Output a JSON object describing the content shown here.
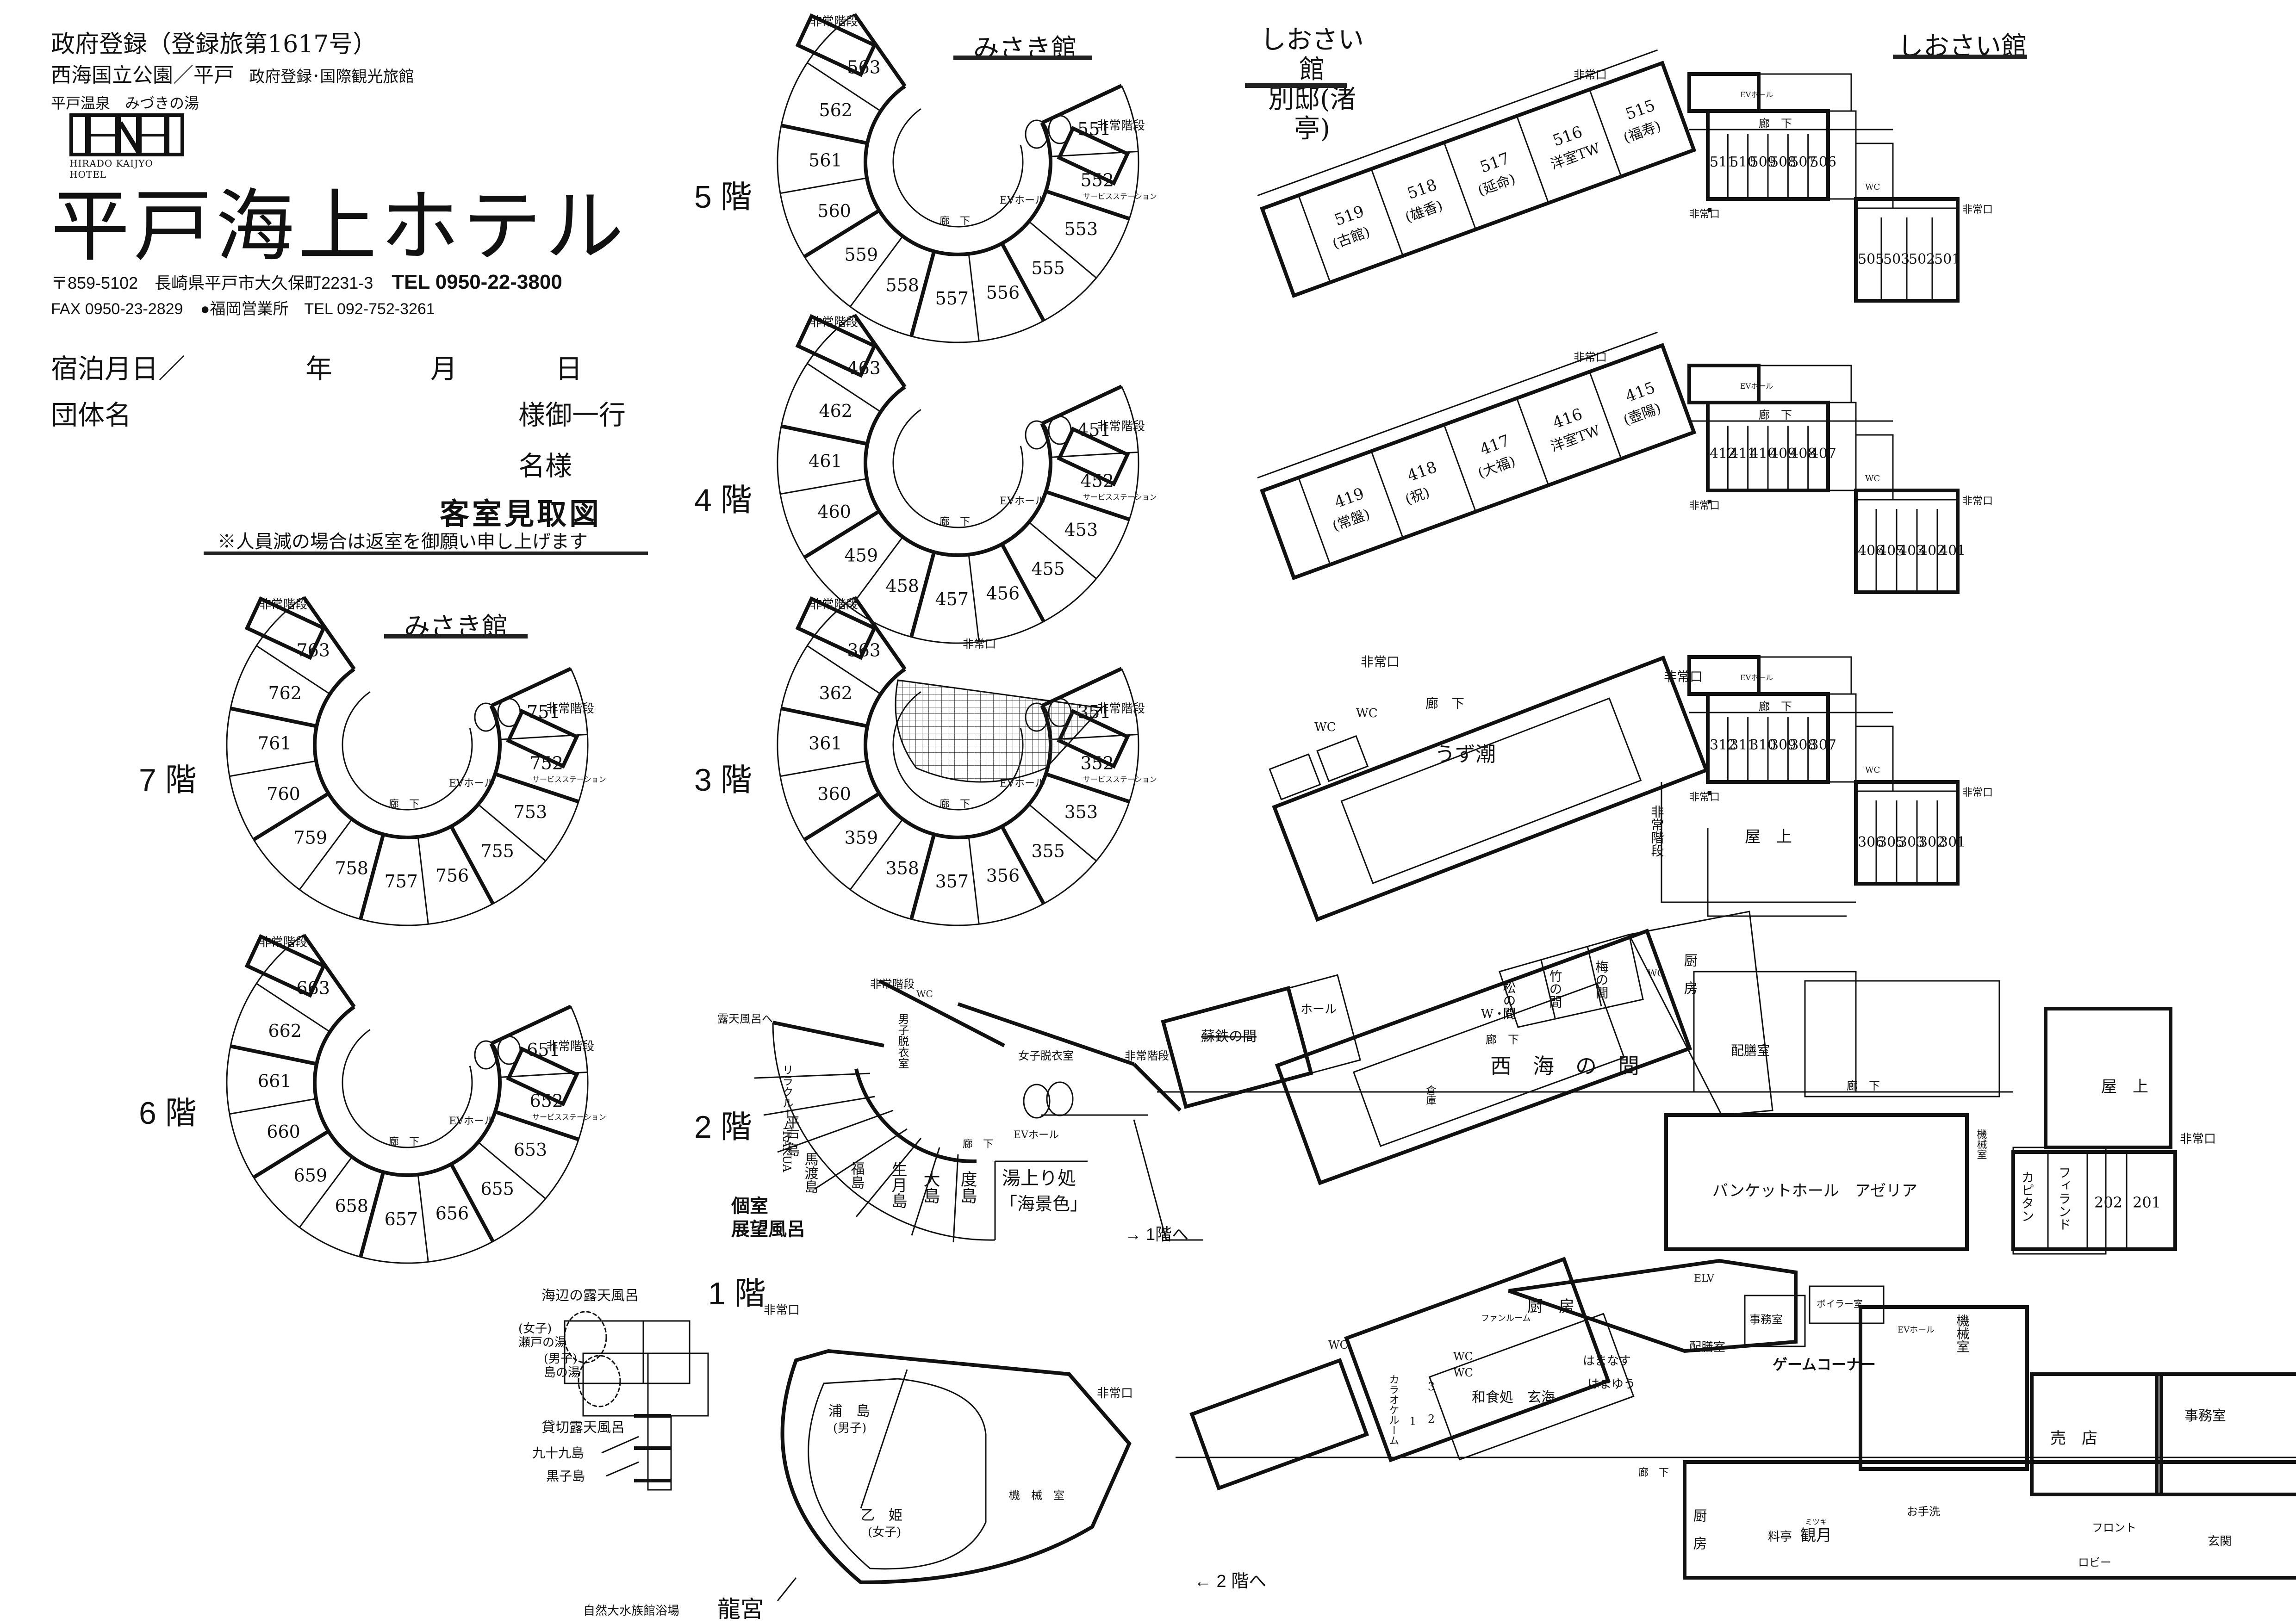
{
  "header": {
    "registration": "政府登録（登録旅第1617号）",
    "park_line": "西海国立公園／平戸",
    "govt_line": "政府登録･国際観光旅館",
    "onsen_line": "平戸温泉　みづきの湯",
    "logo_mark": "HKH",
    "logo_sub": "HIRADO KAIJYO HOTEL",
    "hotel_name": "平戸海上ホテル",
    "address": "〒859-5102　長崎県平戸市大久保町2231-3",
    "tel": "TEL 0950-22-3800",
    "fax": "FAX 0950-23-2829",
    "branch": "●福岡営業所　TEL 092-752-3261"
  },
  "form": {
    "stay_date_label": "宿泊月日／",
    "year": "年",
    "month": "月",
    "day": "日",
    "group_label": "団体名",
    "group_suffix": "様御一行",
    "count_suffix": "名様",
    "title": "客室見取図",
    "note": "※人員減の場合は返室を御願い申し上げます"
  },
  "buildings": {
    "misaki": "みさき館",
    "shiosai": "しおさい館",
    "shiosai_annex_1": "しおさい館",
    "shiosai_annex_2": "別邸(渚亭)"
  },
  "common": {
    "emergency_stairs": "非常階段",
    "emergency_exit": "非常口",
    "corridor": "廊　下",
    "ev_hall": "EVホール",
    "service_station": "サービスステーション",
    "wc": "WC",
    "rooftop": "屋　上"
  },
  "floors": {
    "f7": {
      "label": "7 階",
      "misaki_rooms": [
        "763",
        "762",
        "761",
        "760",
        "759",
        "758",
        "757",
        "756",
        "755",
        "753",
        "752",
        "751"
      ]
    },
    "f6": {
      "label": "6 階",
      "misaki_rooms": [
        "663",
        "662",
        "661",
        "660",
        "659",
        "658",
        "657",
        "656",
        "655",
        "653",
        "652",
        "651"
      ]
    },
    "f5": {
      "label": "5 階",
      "misaki_rooms": [
        "563",
        "562",
        "561",
        "560",
        "559",
        "558",
        "557",
        "556",
        "555",
        "553",
        "552",
        "551"
      ],
      "annex_rooms": [
        {
          "num": "519",
          "name": "(古館)"
        },
        {
          "num": "518",
          "name": "(雄香)"
        },
        {
          "num": "517",
          "name": "(延命)"
        },
        {
          "num": "516",
          "name": "洋室TW"
        },
        {
          "num": "515",
          "name": "(福寿)"
        }
      ],
      "shiosai_upper": [
        "511",
        "510",
        "509",
        "508",
        "507",
        "506"
      ],
      "shiosai_lower": [
        "505",
        "503",
        "502",
        "501"
      ]
    },
    "f4": {
      "label": "4 階",
      "misaki_rooms": [
        "463",
        "462",
        "461",
        "460",
        "459",
        "458",
        "457",
        "456",
        "455",
        "453",
        "452",
        "451"
      ],
      "annex_rooms": [
        {
          "num": "419",
          "name": "(常盤)"
        },
        {
          "num": "418",
          "name": "(祝)"
        },
        {
          "num": "417",
          "name": "(大福)"
        },
        {
          "num": "416",
          "name": "洋室TW"
        },
        {
          "num": "415",
          "name": "(壺陽)"
        }
      ],
      "shiosai_upper": [
        "412",
        "411",
        "410",
        "409",
        "408",
        "407"
      ],
      "shiosai_lower": [
        "406",
        "405",
        "403",
        "402",
        "401"
      ]
    },
    "f3": {
      "label": "3 階",
      "misaki_rooms": [
        "363",
        "362",
        "361",
        "360",
        "359",
        "358",
        "357",
        "356",
        "355",
        "353",
        "352",
        "351"
      ],
      "annex_hall": "うず潮",
      "emergency_stairs_vertical": "非常階段",
      "shiosai_upper": [
        "312",
        "311",
        "310",
        "309",
        "308",
        "307"
      ],
      "shiosai_lower": [
        "306",
        "305",
        "303",
        "302",
        "301"
      ]
    },
    "f2": {
      "label": "2 階",
      "to_outdoor_bath": "露天風呂へ",
      "private_bath_title_1": "個室",
      "private_bath_title_2": "展望風呂",
      "to_1f": "→ 1階へ",
      "misaki_rooms": [
        "リラクルームRAKUA",
        "平戸島",
        "馬渡島",
        "福島",
        "生月島",
        "大島",
        "度島"
      ],
      "yuagari": "湯上り処",
      "yuagari_name": "「海景色」",
      "mens_dressing": "男子脱衣室",
      "womens_dressing": "女子脱衣室",
      "hall": "ホール",
      "crossed_room": "蘇鉄の間",
      "banquet_rooms": [
        "松の間",
        "竹の間",
        "梅の間"
      ],
      "wc_dot": "W・C",
      "saikai": "西　海　の　間",
      "storage": "倉庫",
      "kitchen": "厨　房",
      "pantry": "配膳室",
      "banquet_hall": "バンケットホール　アゼリア",
      "machine_room": "機械室",
      "shiosai_rooms": [
        "カピタン",
        "フィランド",
        "202",
        "201"
      ]
    },
    "f1": {
      "label": "1 階",
      "seaside_bath": "海辺の露天風呂",
      "womens_bath_1": "(女子)",
      "womens_bath_2": "瀬戸の湯",
      "mens_bath_1": "(男子)",
      "mens_bath_2": "島の湯",
      "private_bath": "貸切露天風呂",
      "private_bath_1": "九十九島",
      "private_bath_2": "黒子島",
      "aquarium_caption": "自然大水族館浴場",
      "aquarium_name": "龍宮",
      "urashima_1": "浦　島",
      "urashima_2": "(男子)",
      "otohime_1": "乙　姫",
      "otohime_2": "(女子)",
      "machine_room": "機　械　室",
      "to_2f": "← 2 階へ",
      "fan_room": "ファンルーム",
      "kitchen": "厨　房",
      "elv": "ELV",
      "office": "事務室",
      "boiler": "ボイラー室",
      "pantry": "配膳室",
      "game_corner": "ゲームコーナー",
      "karaoke": "カラオケルーム",
      "karaoke_nums": [
        "1",
        "2",
        "3"
      ],
      "restaurant": "和食処　玄海",
      "hamanasu": "はまなす",
      "hamayuu": "はまゆう",
      "shop": "売　店",
      "office2": "事務室",
      "kitchen2": "厨\n房",
      "ryotei": "料亭",
      "ryotei_name": "観月",
      "ryotei_ruby": "ミツキ",
      "restroom": "お手洗",
      "front": "フロント",
      "lobby": "ロビー",
      "entrance": "玄関",
      "machine_room2": "機械室",
      "ev_hall": "EVホール"
    }
  }
}
